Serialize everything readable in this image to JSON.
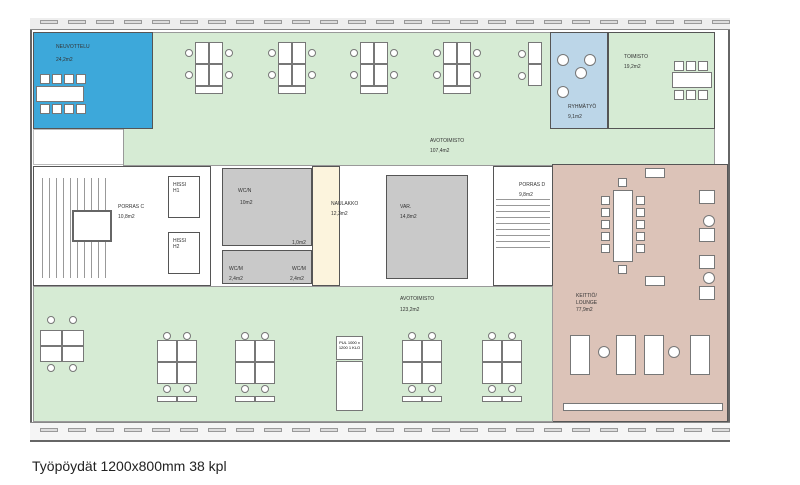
{
  "rooms": {
    "neuvottelu": {
      "name": "NEUVOTTELU",
      "area": "24,2m2"
    },
    "avotoimisto_top": {
      "name": "AVOTOIMISTO",
      "area": "107,4m2"
    },
    "ryhmatyo": {
      "name": "RYHMÄTYÖ",
      "area": "9,1m2"
    },
    "toimisto": {
      "name": "TOIMISTO",
      "area": "19,2m2"
    },
    "porras_c": {
      "name": "PORRAS C",
      "area": "10,8m2"
    },
    "hissi_1": {
      "name": "HISSI",
      "code": "H1"
    },
    "hissi_2": {
      "name": "HISSI",
      "code": "H2"
    },
    "wc_n": {
      "name": "WC/N",
      "area": "10m2"
    },
    "wc_small": {
      "area": "1,0m2"
    },
    "wc_m1": {
      "name": "WC/M",
      "area": "2,4m2"
    },
    "wc_m2": {
      "name": "WC/M",
      "area": "2,4m2"
    },
    "naulakko": {
      "name": "NAULAKKO",
      "area": "12,3m2"
    },
    "var": {
      "name": "VAR.",
      "area": "14,8m2"
    },
    "porras_d": {
      "name": "PORRAS D",
      "area": "9,8m2"
    },
    "keittio": {
      "name": "KEITTIÖ/ LOUNGE",
      "area": "77,9m2"
    },
    "avotoimisto_bottom": {
      "name": "AVOTOIMISTO",
      "area": "123,2m2"
    }
  },
  "furniture": {
    "pul_label": "PUL 1000 x 1200 1 KLO"
  },
  "caption": "Työpöydät 1200x800mm 38 kpl",
  "colors": {
    "green": "#d6ebd4",
    "blue": "#3da8da",
    "lightblue": "#bcd6e8",
    "beige": "#fcf4dd",
    "grey": "#c9c9c9",
    "pink": "#dcc3b8"
  }
}
